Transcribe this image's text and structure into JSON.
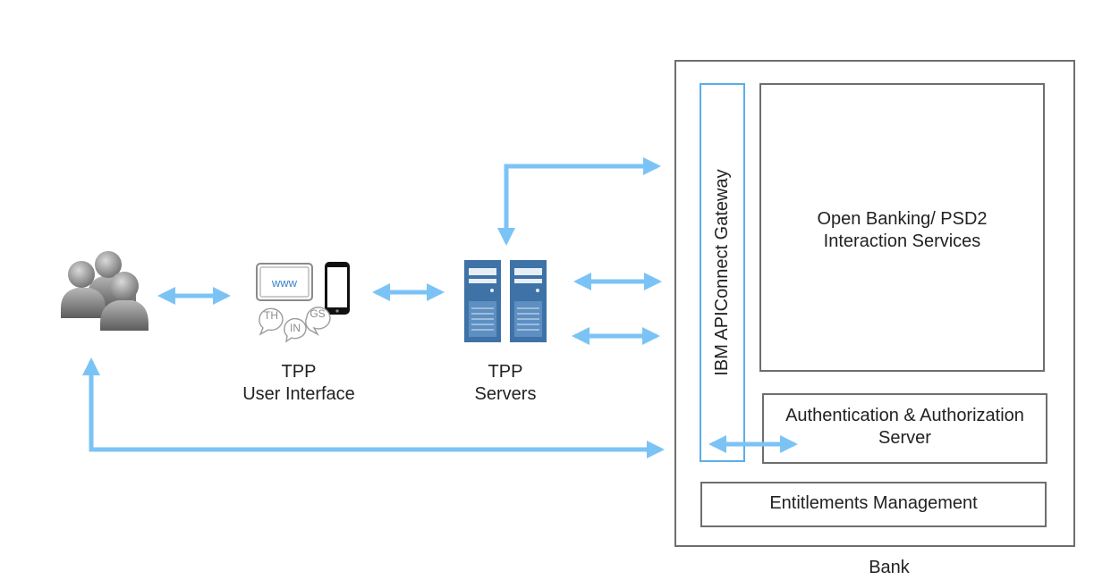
{
  "tpp_ui": {
    "line1": "TPP",
    "line2": "User Interface"
  },
  "tpp_servers": {
    "line1": "TPP",
    "line2": "Servers"
  },
  "web_badge": "www",
  "speech_bubbles": [
    "TH",
    "IN",
    "GS"
  ],
  "bank": {
    "label": "Bank",
    "gateway": "IBM APIConnect Gateway",
    "open_banking": {
      "line1": "Open Banking/ PSD2",
      "line2": "Interaction Services"
    },
    "auth_server": {
      "line1": "Authentication & Authorization",
      "line2": "Server"
    },
    "entitlements": "Entitlements Management"
  },
  "colors": {
    "arrow": "#7cc3f5",
    "server": "#3f72a6",
    "box_border": "#6e6e6e",
    "gateway_border": "#5aaee8"
  }
}
